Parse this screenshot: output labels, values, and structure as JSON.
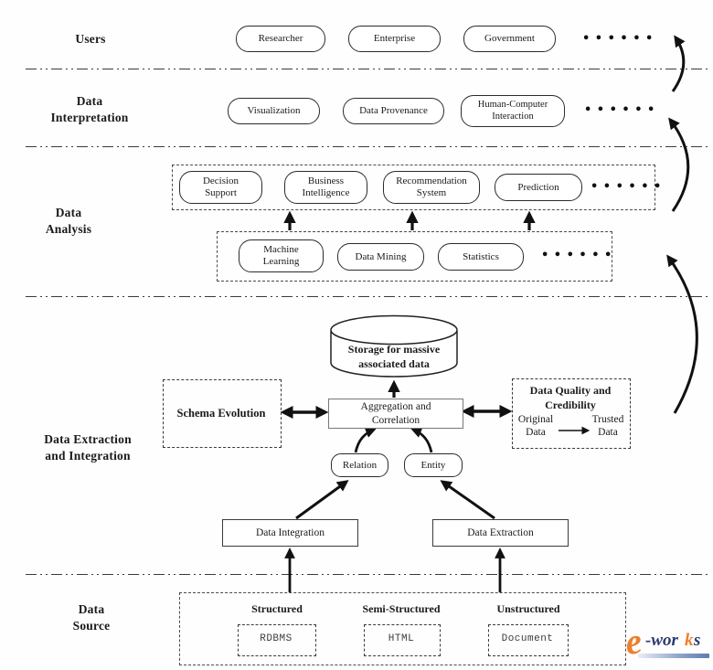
{
  "layers": {
    "users": {
      "label": "Users",
      "nodes": [
        "Researcher",
        "Enterprise",
        "Government"
      ],
      "ellipsis": "••••••"
    },
    "interpretation": {
      "label": "Data\nInterpretation",
      "nodes": [
        "Visualization",
        "Data Provenance",
        "Human-Computer\nInteraction"
      ],
      "ellipsis": "••••••"
    },
    "analysis": {
      "label": "Data\nAnalysis",
      "applications": [
        "Decision\nSupport",
        "Business\nIntelligence",
        "Recommendation\nSystem",
        "Prediction"
      ],
      "app_ellipsis": "••••••",
      "techniques": [
        "Machine\nLearning",
        "Data Mining",
        "Statistics"
      ],
      "tech_ellipsis": "••••••"
    },
    "extraction": {
      "label": "Data Extraction\nand Integration",
      "storage": "Storage for massive\nassociated data",
      "aggregation": "Aggregation and\nCorrelation",
      "schema_evolution": "Schema Evolution",
      "quality_title": "Data Quality and\nCredibility",
      "original": "Original\nData",
      "trusted": "Trusted\nData",
      "relation": "Relation",
      "entity": "Entity",
      "integration": "Data Integration",
      "extraction": "Data Extraction"
    },
    "source": {
      "label": "Data\nSource",
      "groups": [
        {
          "title": "Structured",
          "item": "RDBMS"
        },
        {
          "title": "Semi-Structured",
          "item": "HTML"
        },
        {
          "title": "Unstructured",
          "item": "Document"
        }
      ]
    }
  },
  "logo": {
    "e": "e",
    "part1": "-wor",
    "part2": "k",
    "part3": "s"
  },
  "colors": {
    "ink": "#1a1a1a",
    "logo_orange": "#ec7f2e",
    "logo_navy": "#2c3a70",
    "logo_bar": "#8aa2c9"
  }
}
